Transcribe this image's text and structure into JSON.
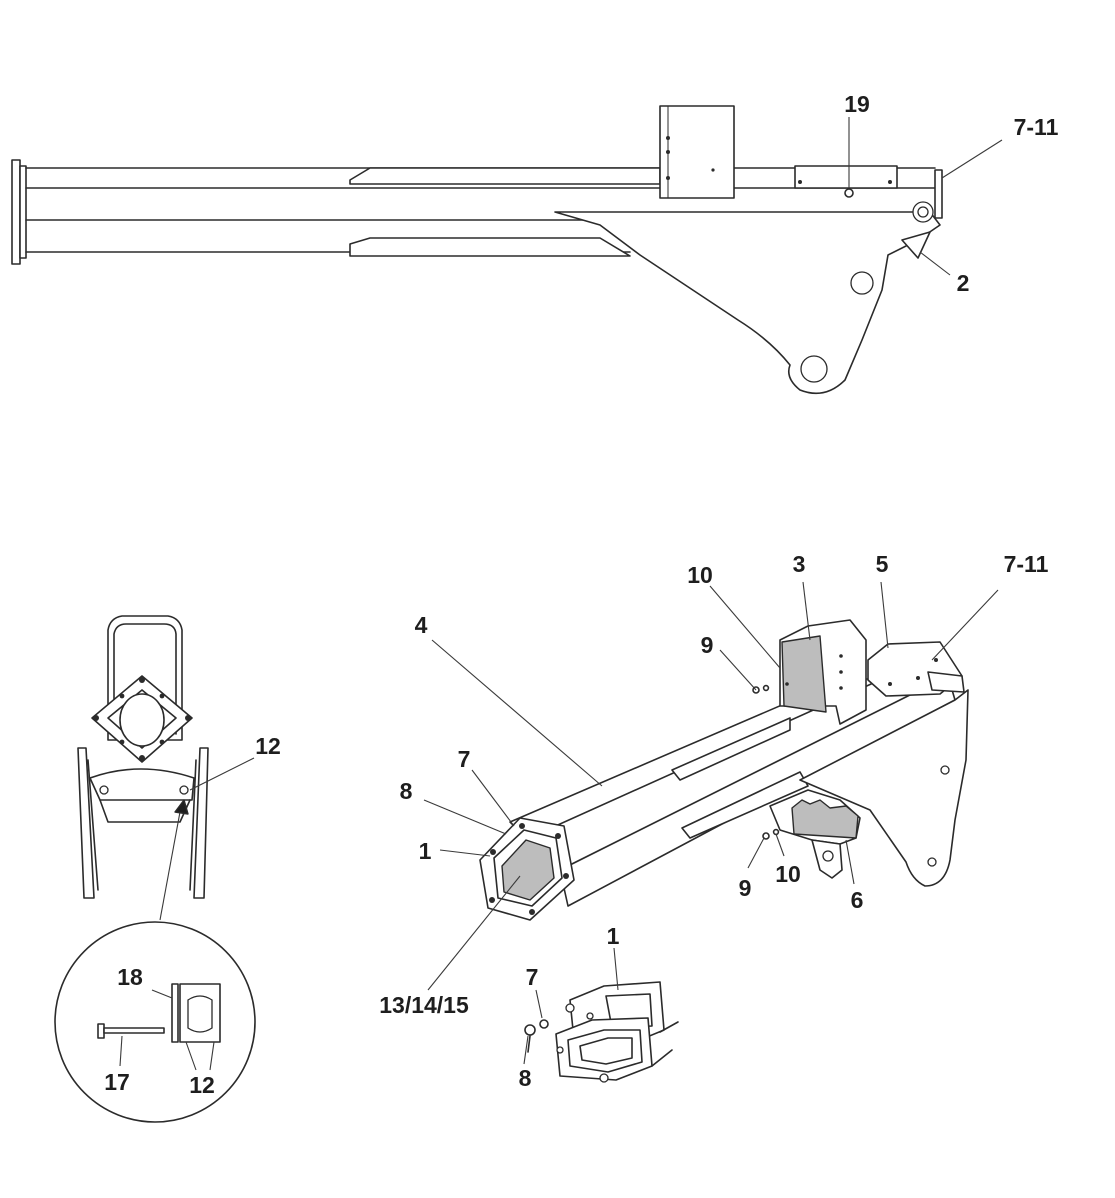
{
  "callouts": {
    "top_19": "19",
    "top_7_11": "7-11",
    "top_2": "2",
    "iso_10_top": "10",
    "iso_3": "3",
    "iso_5": "5",
    "iso_7_11": "7-11",
    "iso_9_top": "9",
    "iso_4": "4",
    "iso_7": "7",
    "iso_8": "8",
    "iso_1": "1",
    "iso_9_bottom": "9",
    "iso_10_bottom": "10",
    "iso_6": "6",
    "iso_13_14_15": "13/14/15",
    "detail_1": "1",
    "detail_7": "7",
    "detail_8": "8",
    "end_12": "12",
    "circle_18": "18",
    "circle_17": "17",
    "circle_12": "12"
  }
}
